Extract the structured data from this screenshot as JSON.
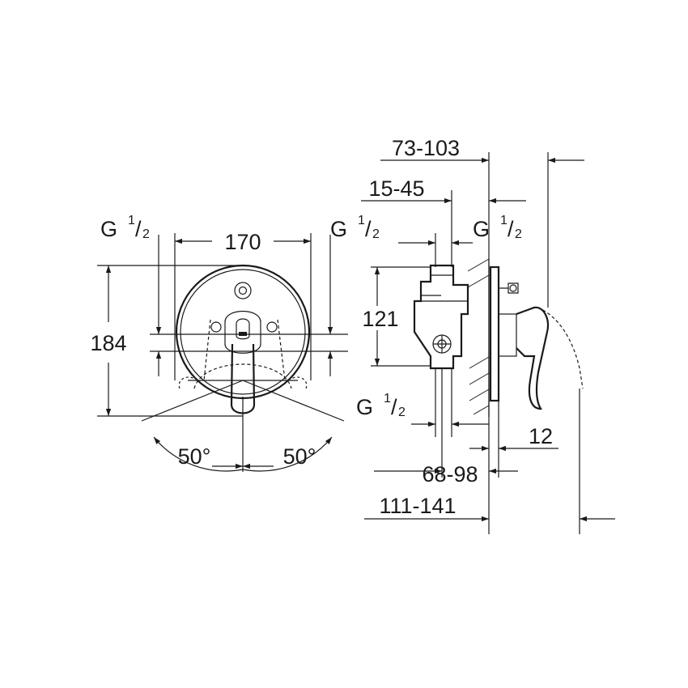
{
  "front_view": {
    "width_dim": "170",
    "height_dim": "184",
    "thread_left": {
      "letter": "G",
      "num": "1",
      "den": "2"
    },
    "thread_right": {
      "letter": "G",
      "num": "1",
      "den": "2"
    },
    "angle_left": "50°",
    "angle_right": "50°"
  },
  "side_view": {
    "overall_depth": "73-103",
    "inlet_range": "15-45",
    "body_height": "121",
    "thread_top": {
      "letter": "G",
      "num": "1",
      "den": "2"
    },
    "thread_bottom": {
      "letter": "G",
      "num": "1",
      "den": "2"
    },
    "plate_thickness": "12",
    "mount_range": "68-98",
    "total_range": "111-141"
  }
}
